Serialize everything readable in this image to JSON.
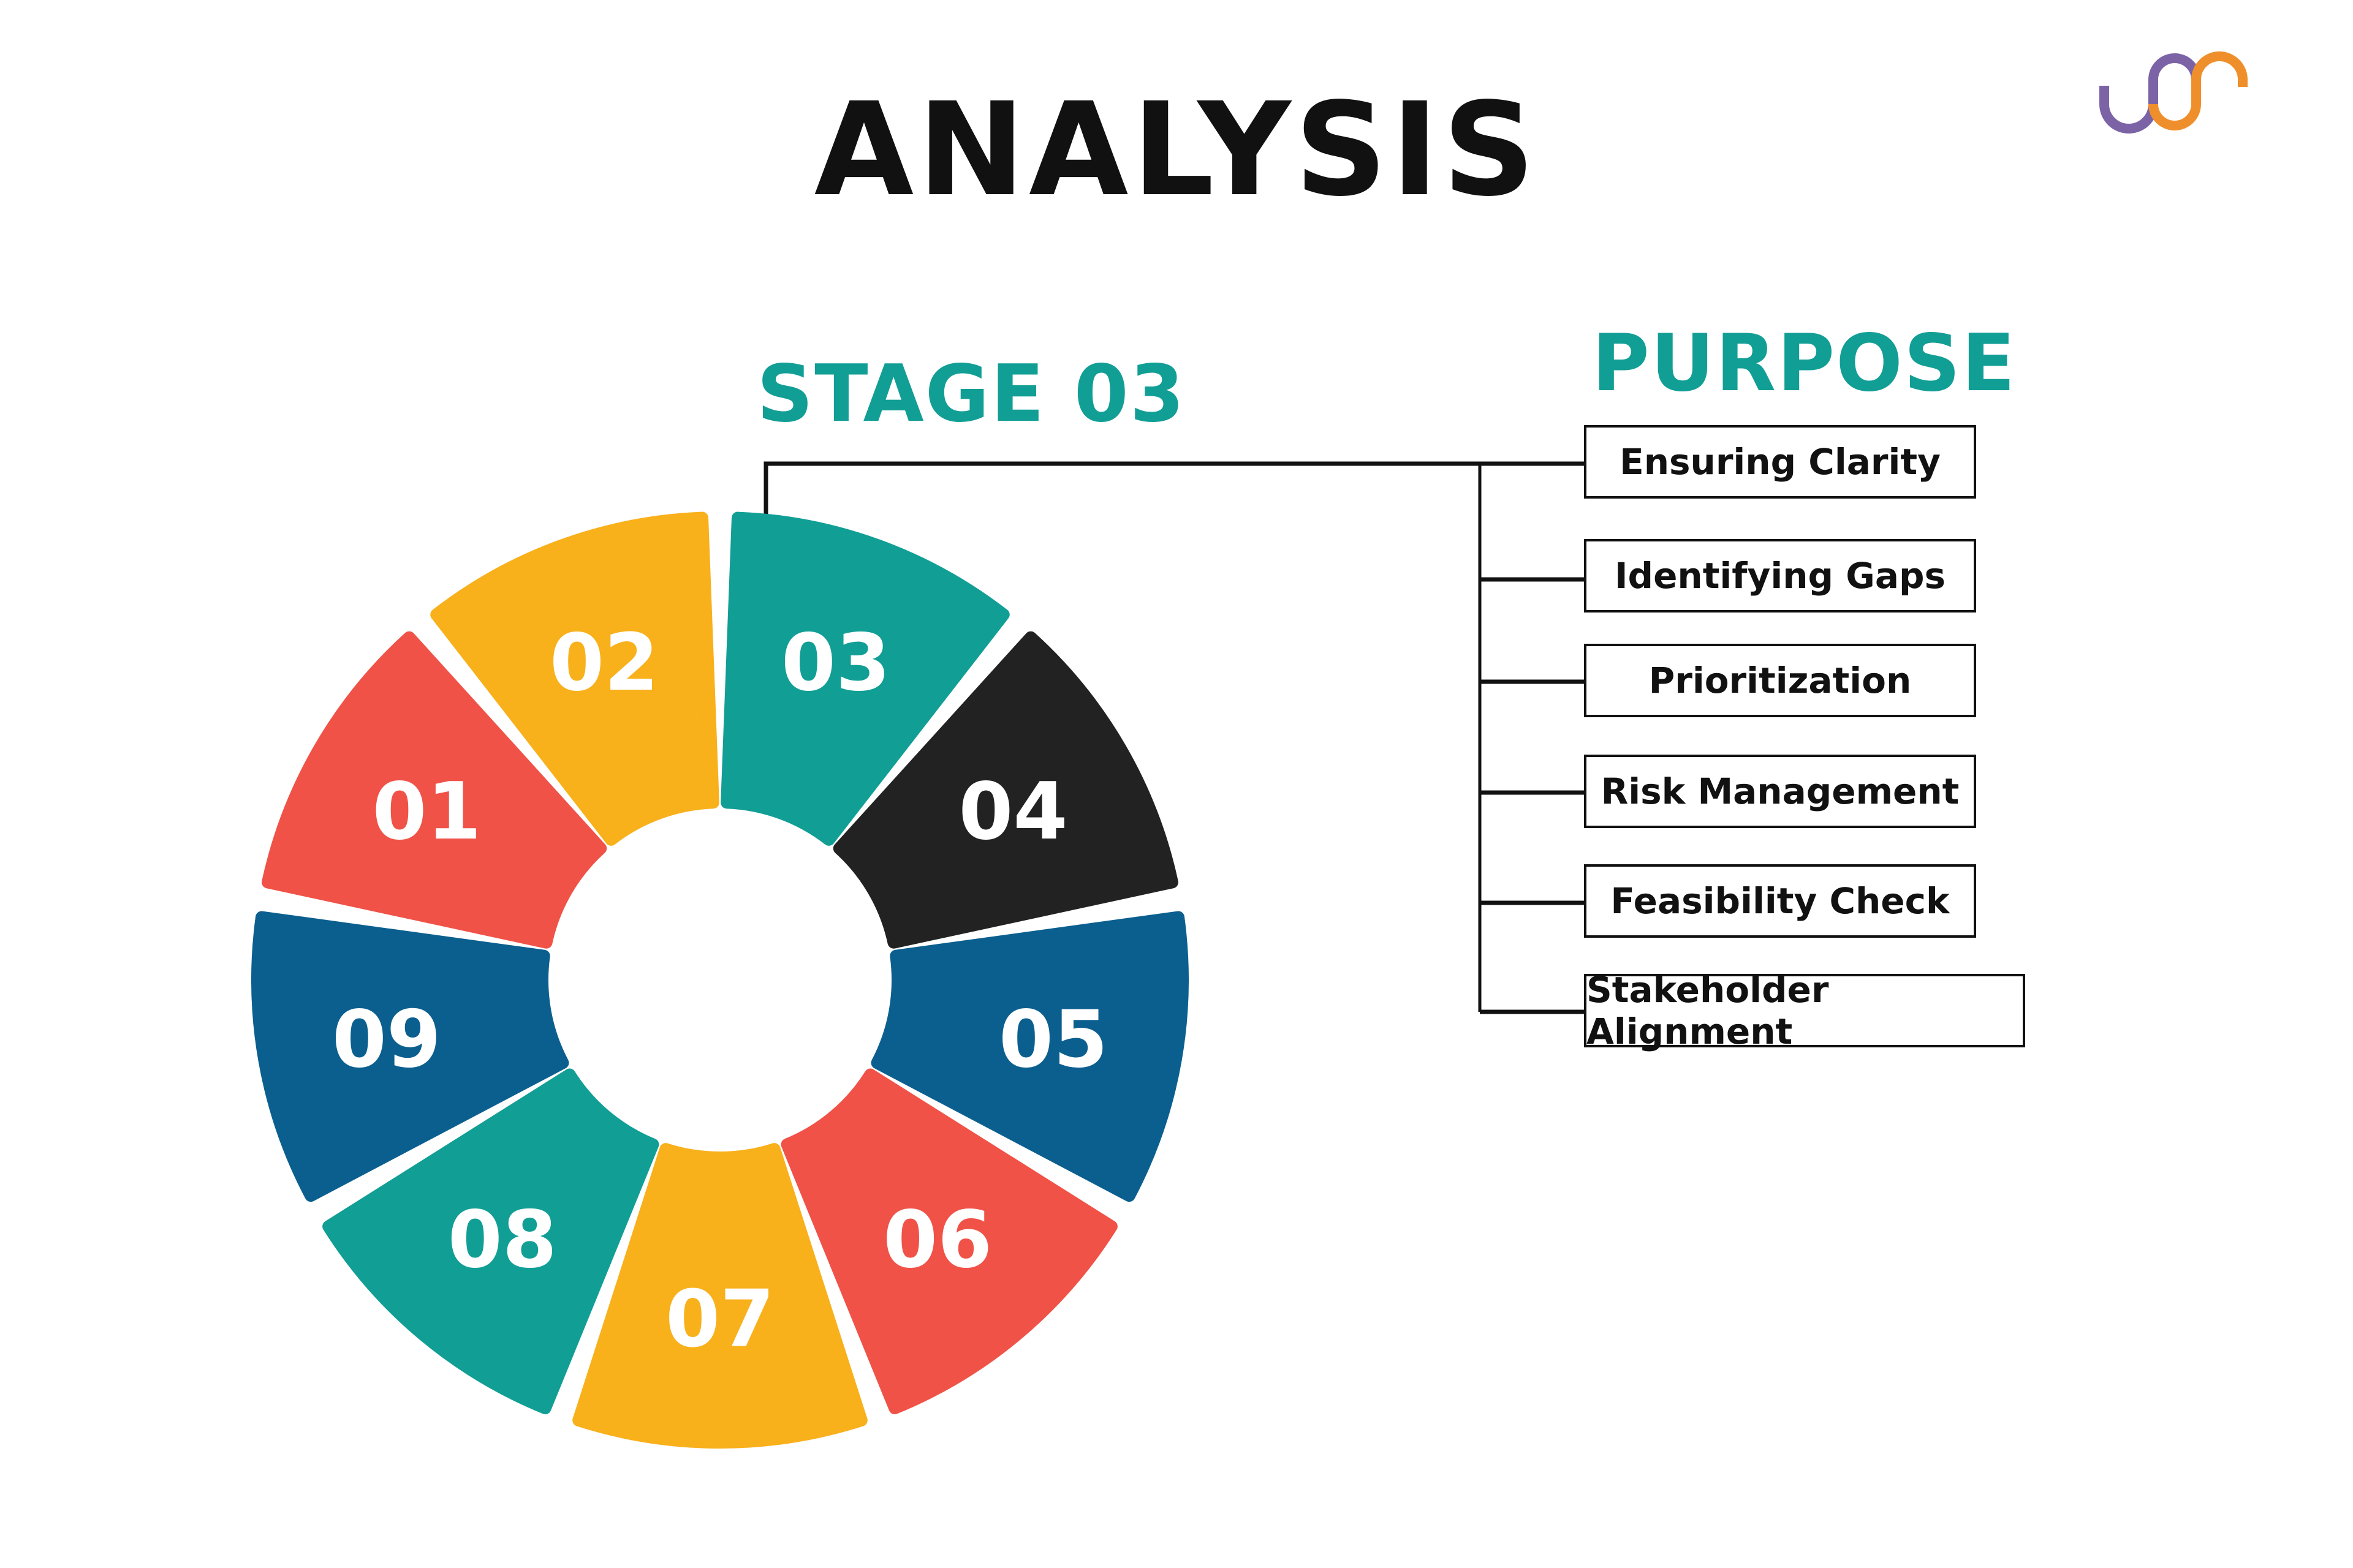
{
  "title": "ANALYSIS",
  "logo": {
    "name": "brand-logo",
    "colors": [
      "#7b63a6",
      "#ef8f2c"
    ]
  },
  "stage_label": "STAGE 03",
  "purpose_heading": "PURPOSE",
  "colors": {
    "teal": "#119e95",
    "yellow": "#f8b01b",
    "red": "#f05247",
    "black": "#222222",
    "blue": "#0b5f8f"
  },
  "wheel": {
    "segments": [
      {
        "label": "01",
        "color": "#f05247"
      },
      {
        "label": "02",
        "color": "#f8b01b"
      },
      {
        "label": "03",
        "color": "#119e95"
      },
      {
        "label": "04",
        "color": "#222222"
      },
      {
        "label": "05",
        "color": "#0b5f8f"
      },
      {
        "label": "06",
        "color": "#f05247"
      },
      {
        "label": "07",
        "color": "#f8b01b"
      },
      {
        "label": "08",
        "color": "#119e95"
      },
      {
        "label": "09",
        "color": "#0b5f8f"
      }
    ]
  },
  "purpose_items": [
    "Ensuring Clarity",
    "Identifying Gaps",
    "Prioritization",
    "Risk Management",
    "Feasibility Check",
    "Stakeholder Alignment"
  ]
}
